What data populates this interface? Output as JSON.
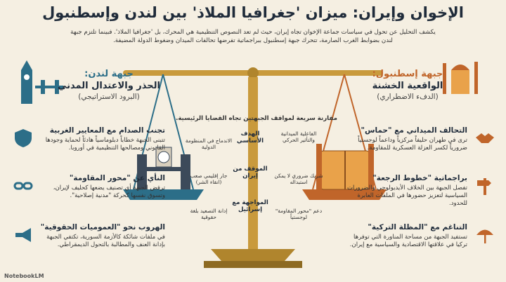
{
  "title": "الإخوان وإيران: ميزان 'جغرافيا الملاذ' بين لندن وإسطنبول",
  "intro": [
    "يكشف التحليل عن تحول في سياسات جماعة الإخوان تجاه إيران، حيث لم تعد النصوص التنظيمية هي المحرك، بل 'جغرافيا الملاذ'. فبينما تلتزم جبهة",
    "لندن بضوابط الغرب الصارمة، تتحرك جبهة إسطنبول ببراجماتية تفرضها تحالفات الميدان وضغوط الدولة المضيفة."
  ],
  "london": {
    "title": "جبهة لندن:",
    "subtitle": "الحذر والاعتدال المدني",
    "note": "(البرود الاستراتيجي)",
    "points": [
      {
        "title": "تجنب الصدام مع المعايير الغربية",
        "text": "تتبنى الجبهة خطاباً دبلوماسياً هادئاً لحماية وجودها القانوني ومصالحها التنظيمية في أوروبا."
      },
      {
        "title": "النأي عن \"محور المقاومة\"",
        "text": "ترفض الجبهة أي تصنيف يضعها كحليف لإيران، وتسوق نفسها كحركة \"مدنية إصلاحية\"."
      },
      {
        "title": "الهروب نحو \"العموميات الحقوقية\"",
        "text": "في ملفات شائكة كالأزمة السورية، تكتفي الجبهة بإدانة العنف والمطالبة بالتحول الديمقراطي."
      }
    ]
  },
  "istanbul": {
    "title": "جبهة إسطنبول:",
    "subtitle": "الواقعية الخشنة",
    "note": "(الدفء الاضطراري)",
    "points": [
      {
        "title": "التحالف الميداني مع \"حماس\"",
        "text": "ترى في طهران حليفاً مركزياً وداعماً لوجستياً ضرورياً لكسر العزلة العسكرية للمقاومة."
      },
      {
        "title": "براجماتية \"خطوط الرجعة\"",
        "text": "تفصل الجبهة بين الخلاف الأيديولوجي والضرورات السياسية لتعزيز حضورها في الملفات العابرة للحدود."
      },
      {
        "title": "التناغم مع \"المظلة التركية\"",
        "text": "تستفيد الجبهة من مساحة المناورة التي توفرها تركيا في علاقتها الاقتصادية والسياسية مع إيران."
      }
    ]
  },
  "comparison": {
    "caption": "مقارنة سريعة لمواقف الجبهتين تجاه القضايا الرئيسية.",
    "rows": [
      {
        "label": "الهدف الأساسي",
        "istanbul": "الفاعلية الميدانية والتأثير الحركي",
        "london": "الاندماج في المنظومة الدولية"
      },
      {
        "label": "الموقف من إيران",
        "istanbul": "شريك ضروري لا يمكن استبداله",
        "london": "جار إقليمي صعب (انقاء الشر)"
      },
      {
        "label": "المواجهة مع إسرائيل",
        "istanbul": "دعم \"محور المقاومة\" لوجستياً",
        "london": "إدانة التصعيد بلغة حقوقية"
      }
    ]
  },
  "logo": "NotebookLM",
  "colors": {
    "teal": "#2c6e88",
    "orange": "#c0652a",
    "navy": "#1f2b3a",
    "gold": "#c99a3c",
    "bg": "#f5efe2"
  }
}
